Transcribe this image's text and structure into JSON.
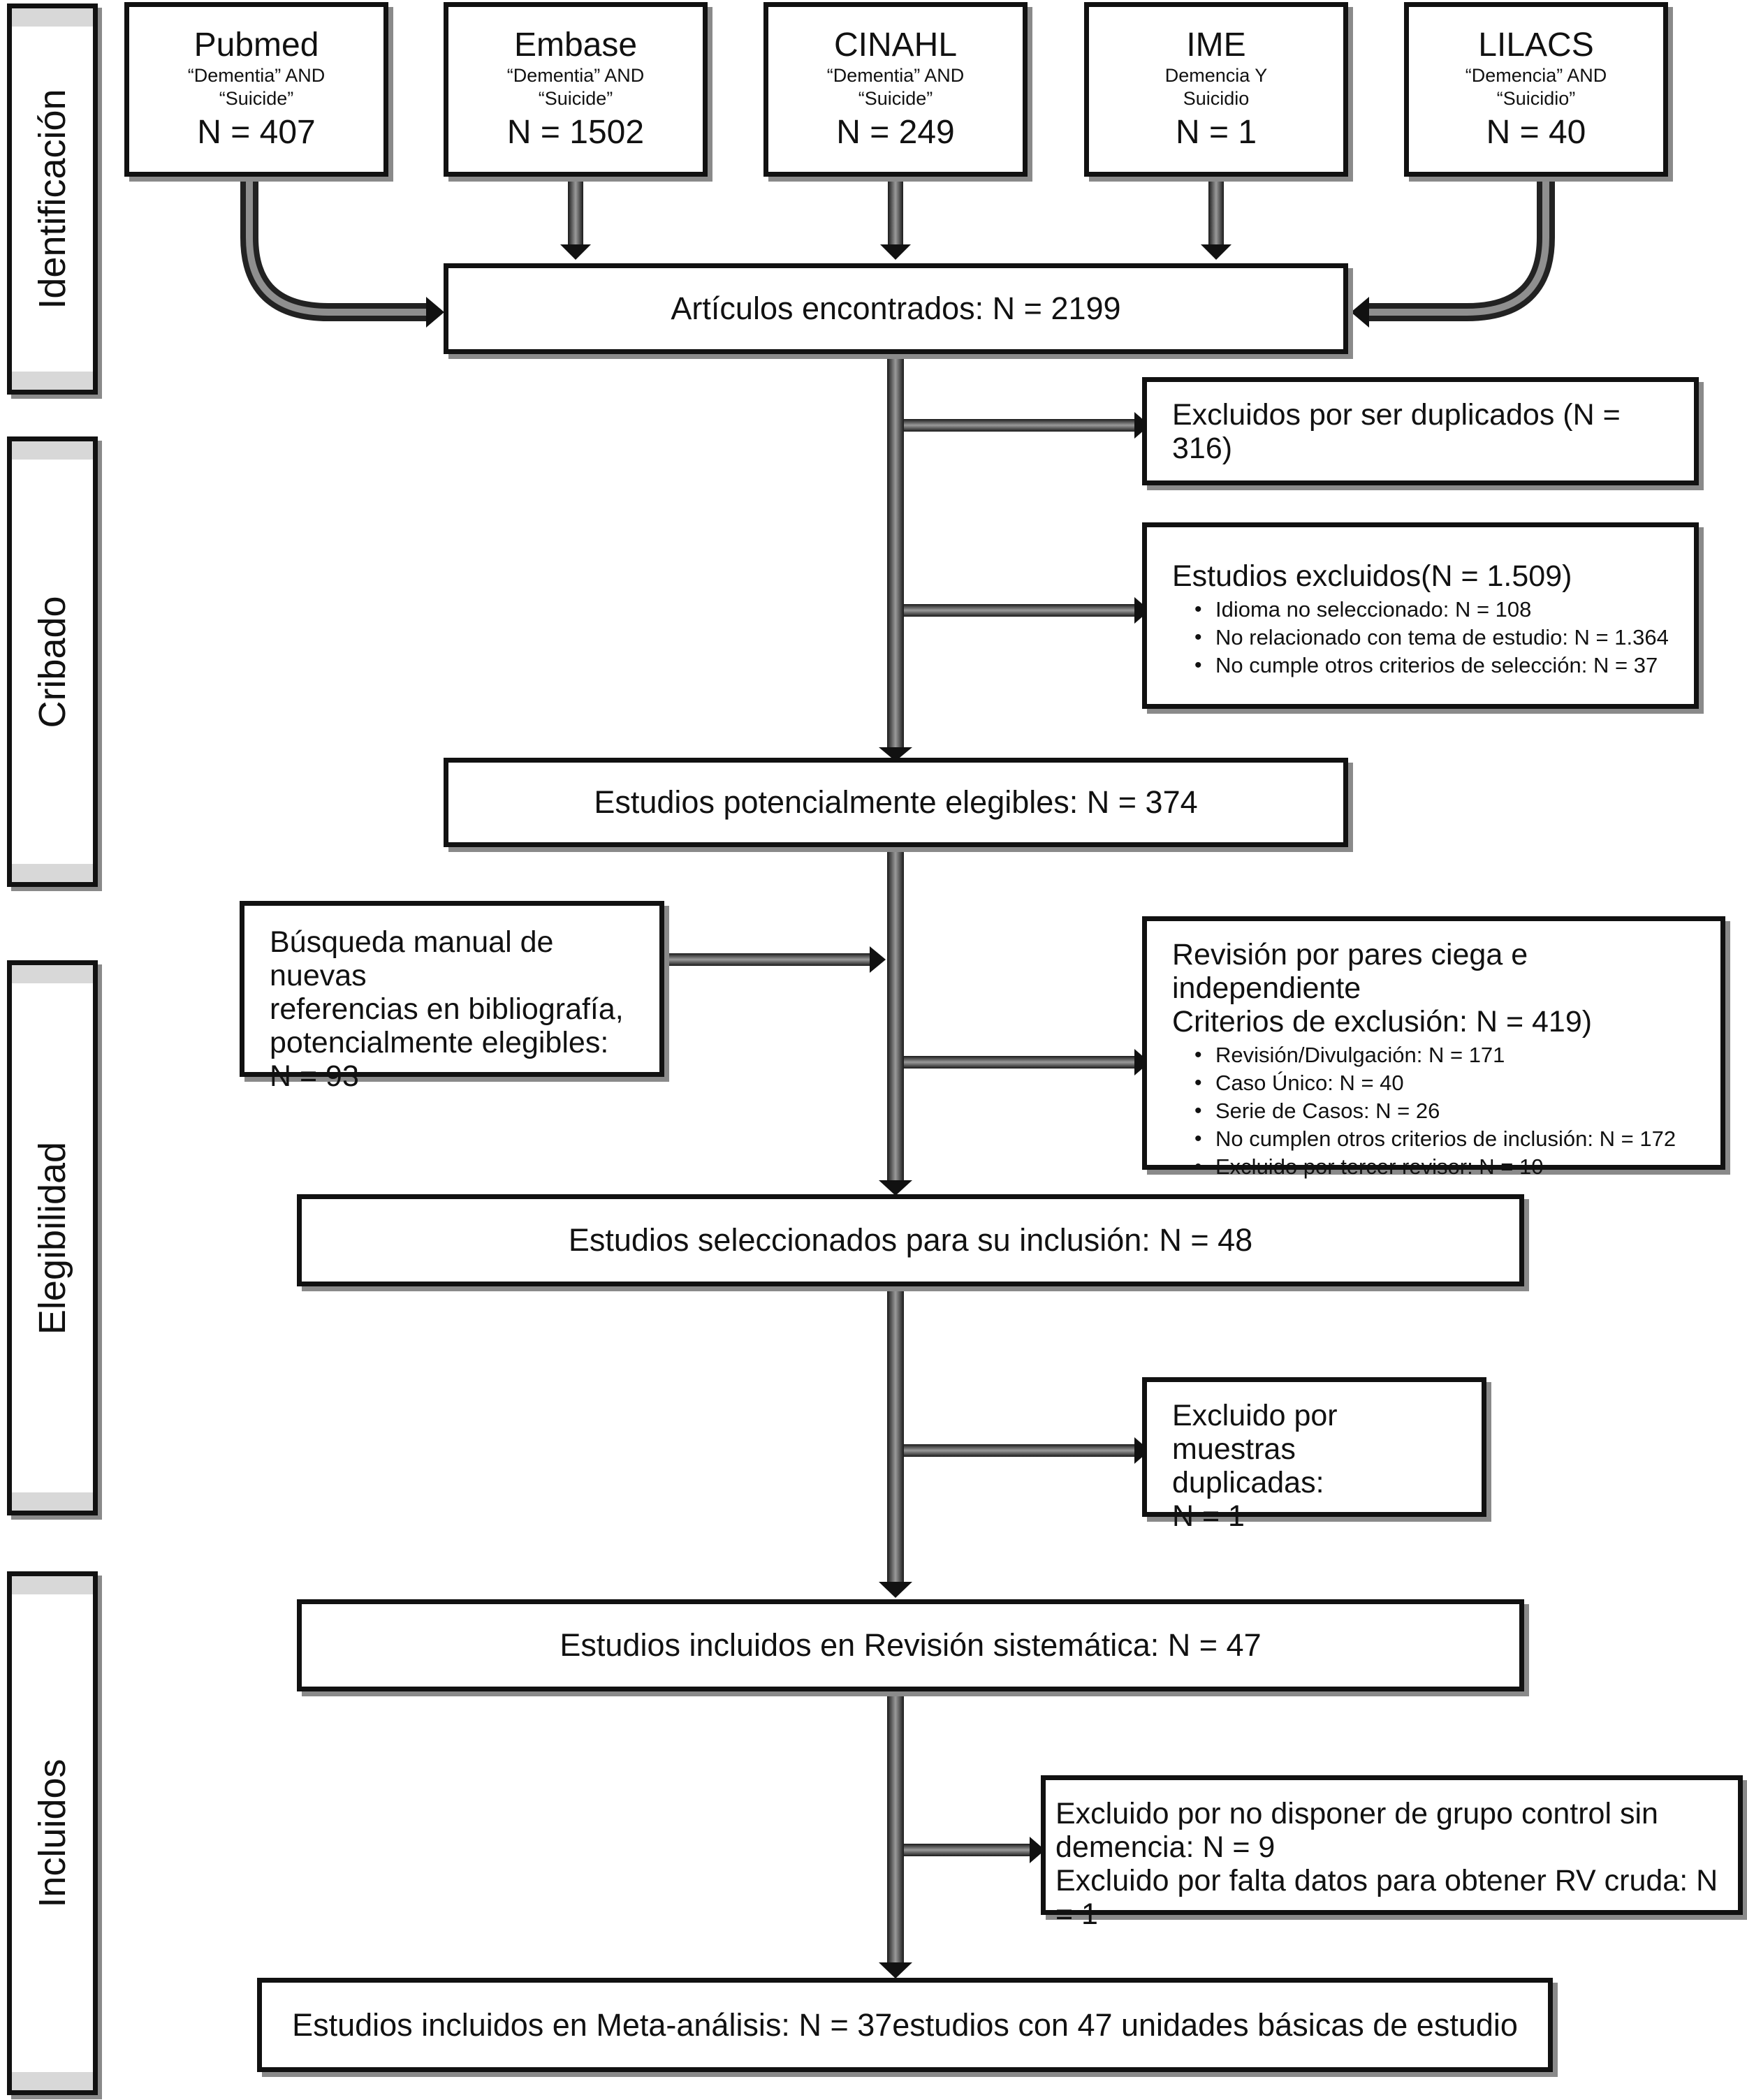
{
  "stages": [
    {
      "label": "Identificación"
    },
    {
      "label": "Cribado"
    },
    {
      "label": "Elegibilidad"
    },
    {
      "label": "Incluidos"
    }
  ],
  "sources": [
    {
      "name": "Pubmed",
      "query_line1": "“Dementia” AND",
      "query_line2": "“Suicide”",
      "n": "N = 407"
    },
    {
      "name": "Embase",
      "query_line1": "“Dementia” AND",
      "query_line2": "“Suicide”",
      "n": "N = 1502"
    },
    {
      "name": "CINAHL",
      "query_line1": "“Dementia” AND",
      "query_line2": "“Suicide”",
      "n": "N = 249"
    },
    {
      "name": "IME",
      "query_line1": "Demencia Y",
      "query_line2": "Suicidio",
      "n": "N = 1"
    },
    {
      "name": "LILACS",
      "query_line1": "“Demencia” AND",
      "query_line2": "“Suicidio”",
      "n": "N = 40"
    }
  ],
  "main_flow": {
    "found": "Artículos encontrados: N = 2199",
    "eligible": "Estudios potencialmente elegibles: N = 374",
    "selected": "Estudios seleccionados para su inclusión: N = 48",
    "systematic_review": "Estudios incluidos en Revisión sistemática: N = 47",
    "meta_analysis": "Estudios incluidos en Meta-análisis: N = 37estudios con 47 unidades básicas de estudio"
  },
  "exclusions": {
    "duplicates": "Excluidos por ser duplicados (N =  316)",
    "screened_out": {
      "title": "Estudios excluidos(N = 1.509)",
      "items": [
        "Idioma no seleccionado: N = 108",
        "No relacionado con tema de estudio: N = 1.364",
        "No cumple otros criterios de selección: N =  37"
      ]
    },
    "peer_review": {
      "title_line1": "Revisión por pares ciega e independiente",
      "title_line2": "Criterios de exclusión: N = 419)",
      "items": [
        "Revisión/Divulgación: N = 171",
        "Caso Único: N = 40",
        "Serie de Casos: N = 26",
        "No cumplen otros criterios de inclusión: N = 172",
        "Excluido por tercer revisor: N = 10"
      ]
    },
    "duplicate_samples": {
      "line1": "Excluido por muestras",
      "line2": "duplicadas:",
      "line3": "N = 1"
    },
    "no_control": {
      "line1": "Excluido por no disponer de grupo control sin",
      "line2": "demencia: N = 9",
      "line3": "Excluido por falta datos para obtener RV cruda: N = 1"
    }
  },
  "manual_search": {
    "line1": "Búsqueda manual de nuevas",
    "line2": "referencias en bibliografía,",
    "line3": "potencialmente elegibles:",
    "line4": "N = 93"
  }
}
